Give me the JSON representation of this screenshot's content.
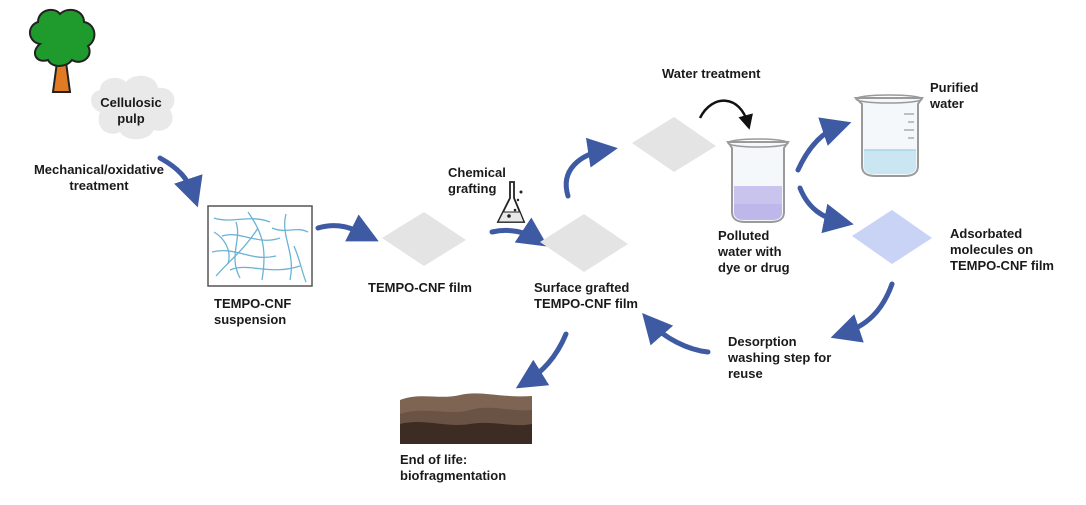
{
  "labels": {
    "cellulosic_pulp": "Cellulosic\npulp",
    "mechanical_treatment": "Mechanical/oxidative\ntreatment",
    "tempo_cnf_suspension": "TEMPO-CNF\nsuspension",
    "tempo_cnf_film": "TEMPO-CNF film",
    "chemical_grafting": "Chemical\ngrafting",
    "surface_grafted_film": "Surface grafted\nTEMPO-CNF film",
    "water_treatment": "Water treatment",
    "polluted_water": "Polluted\nwater with\ndye or drug",
    "purified_water": "Purified\nwater",
    "adsorbated_molecules": "Adsorbated\nmolecules on\nTEMPO-CNF film",
    "desorption_step": "Desorption\nwashing step for\nreuse",
    "end_of_life": "End of life:\nbiofragmentation"
  },
  "icons": {
    "tree": "tree-icon",
    "cloud": "cloud-icon",
    "flask": "chemistry-flask-icon",
    "beaker_polluted": "beaker-icon",
    "beaker_purified": "beaker-icon",
    "soil": "soil-icon"
  },
  "colors": {
    "arrow": "#3e5aa3",
    "film": "#e4e4e4",
    "film_adsorbed": "#c9d3f5",
    "polluted_liquid": "#a99be6",
    "purified_liquid": "#bfe3f4",
    "fiber": "#6bb3d6"
  }
}
